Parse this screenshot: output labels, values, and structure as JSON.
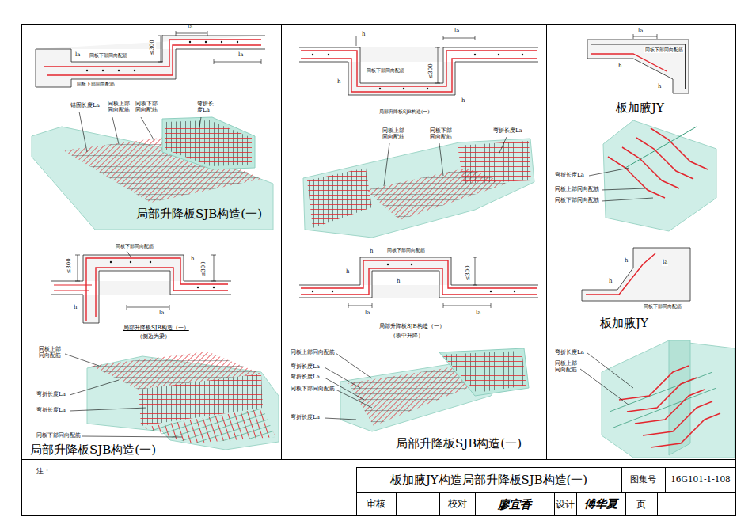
{
  "diagram": {
    "title": "板加腋JY构造局部升降板SJB构造(一)",
    "labels": [
      "la",
      "la",
      "la",
      "≤300",
      "同板下部同向配筋",
      "同板下部同向配筋",
      "锚固长度La",
      "同板上部 同向配筋",
      "同板下部 同向配筋",
      "弯折长 度La",
      "局部升降板SJB构造(一)",
      "同板下部同向配筋",
      "≤300",
      "≤300",
      "h",
      "h",
      "la",
      "局部升降板SJB构造（一）",
      "（侧边为梁）",
      "同板上部 同向配筋",
      "弯折长度La",
      "弯折长度La",
      "同板下部同向配筋",
      "局部升降板SJB构造(一)",
      "h",
      "la",
      "同板下部同向配筋",
      "≤300",
      "h",
      "h",
      "局部升降板SJB构造(一)",
      "同板上部 同向配筋",
      "同板下部 同向配筋",
      "弯折长度La",
      "h",
      "同板下部同向配筋",
      "h",
      "≤300",
      "h",
      "la",
      "la",
      "局部升降板SJB构造（一）",
      "（板中升降）",
      "同板上部同向配筋",
      "弯折长度La",
      "弯折长度La",
      "同板下部同向配筋",
      "弯折长度La",
      "局部升降板SJB构造(一)",
      "la",
      "同板下部同向配筋",
      "h",
      "h",
      "板加腋JY",
      "弯折长度La",
      "同板上部同向配筋",
      "同板下部同向配筋",
      "h",
      "la",
      "h",
      "同板下部同向配筋",
      "板加腋JY",
      "弯折长度La",
      "同板上部 同向配筋",
      "注：",
      "图集号",
      "16G101-1-108",
      "审核",
      "校对",
      "廖宜香",
      "设计",
      "傅华夏",
      "页"
    ]
  }
}
